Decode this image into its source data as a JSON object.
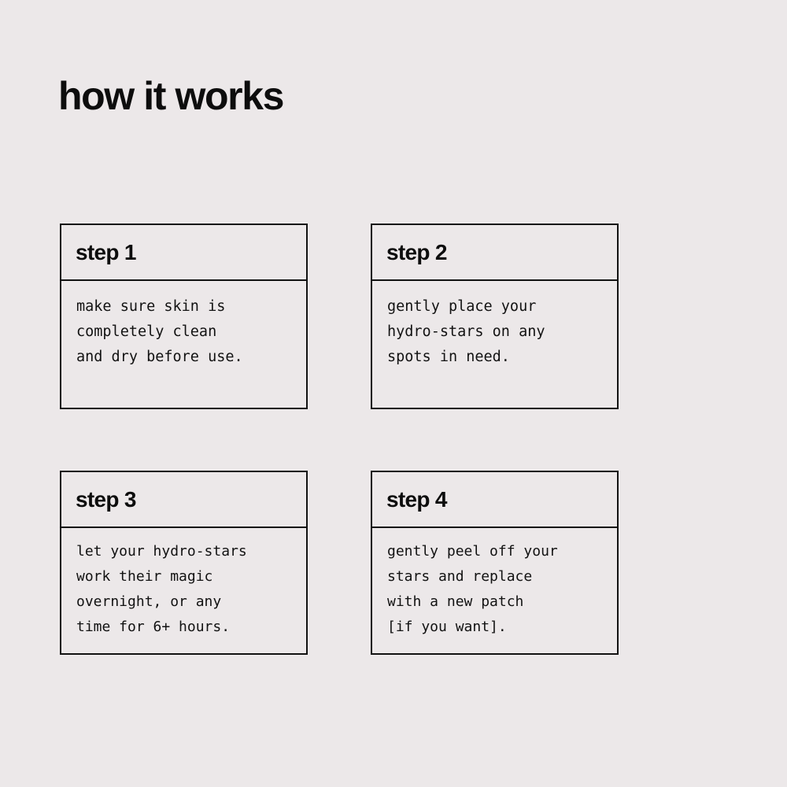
{
  "page": {
    "background_color": "#ece8e9",
    "text_color": "#121212",
    "border_color": "#121212",
    "title": "how it works"
  },
  "steps": [
    {
      "header": "step 1",
      "body": "make sure skin is\ncompletely clean\nand dry before use."
    },
    {
      "header": "step 2",
      "body": "gently place your\nhydro-stars on any\nspots in need."
    },
    {
      "header": "step 3",
      "body": "let your hydro-stars\nwork their magic\novernight, or any\ntime for 6+ hours."
    },
    {
      "header": "step 4",
      "body": "gently peel off your\nstars and replace\nwith a new patch\n[if you want]."
    }
  ]
}
